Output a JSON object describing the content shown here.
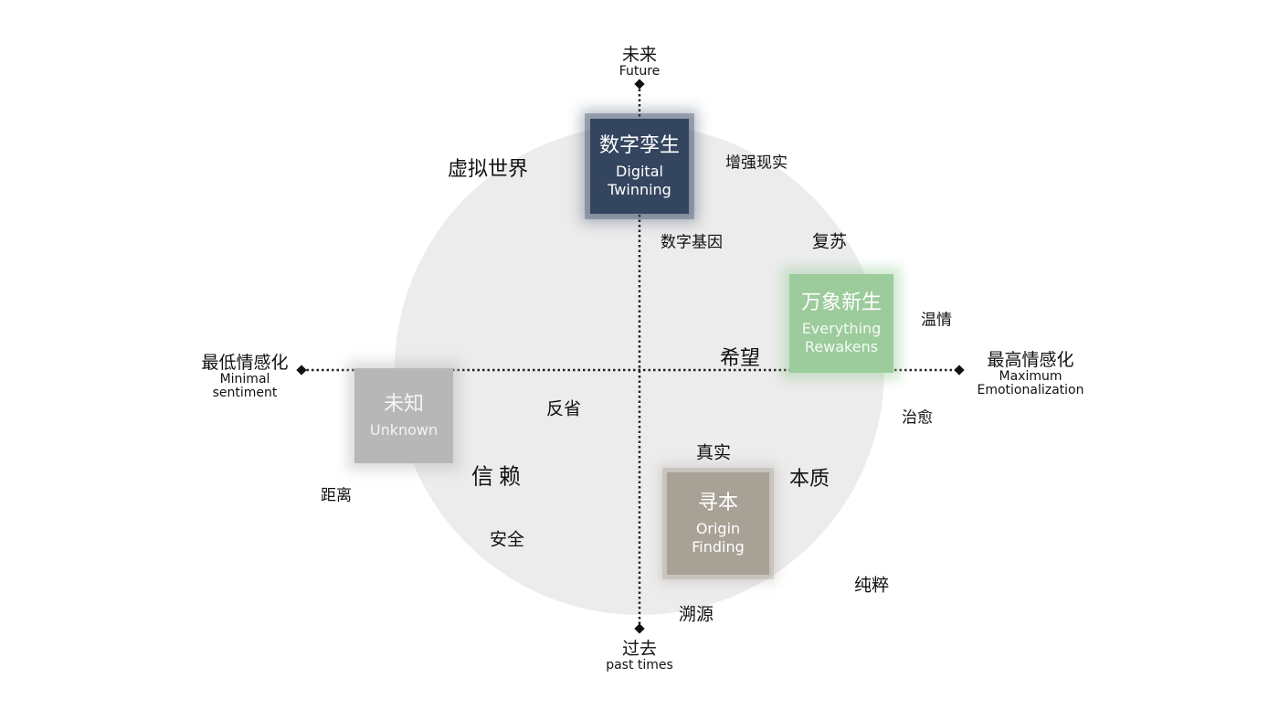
{
  "axes": {
    "top": {
      "zh": "未来",
      "en": "Future"
    },
    "bottom": {
      "zh": "过去",
      "en": "past times"
    },
    "left": {
      "zh": "最低情感化",
      "en_line1": "Minimal",
      "en_line2": "sentiment"
    },
    "right": {
      "zh": "最高情感化",
      "en_line1": "Maximum",
      "en_line2": "Emotionalization"
    }
  },
  "boxes": {
    "digital_twinning": {
      "zh": "数字孪生",
      "en_line1": "Digital",
      "en_line2": "Twinning",
      "color": "#34455f"
    },
    "everything_rewakens": {
      "zh": "万象新生",
      "en_line1": "Everything",
      "en_line2": "Rewakens",
      "color": "#9ccb9c"
    },
    "unknown": {
      "zh": "未知",
      "en_line1": "Unknown",
      "color": "#b7b7b7"
    },
    "origin_finding": {
      "zh": "寻本",
      "en_line1": "Origin",
      "en_line2": "Finding",
      "color": "#a8a196"
    }
  },
  "keywords": {
    "virtual_world": "虚拟世界",
    "augmented_reality": "增强现实",
    "digital_gene": "数字基因",
    "revival": "复苏",
    "warmth": "温情",
    "hope": "希望",
    "healing": "治愈",
    "reflection": "反省",
    "trust": "信赖",
    "distance": "距离",
    "safety": "安全",
    "reality": "真实",
    "essence": "本质",
    "purity": "纯粹",
    "tracing": "溯源"
  },
  "colors": {
    "circle": "#ececec",
    "axis": "#222222"
  }
}
